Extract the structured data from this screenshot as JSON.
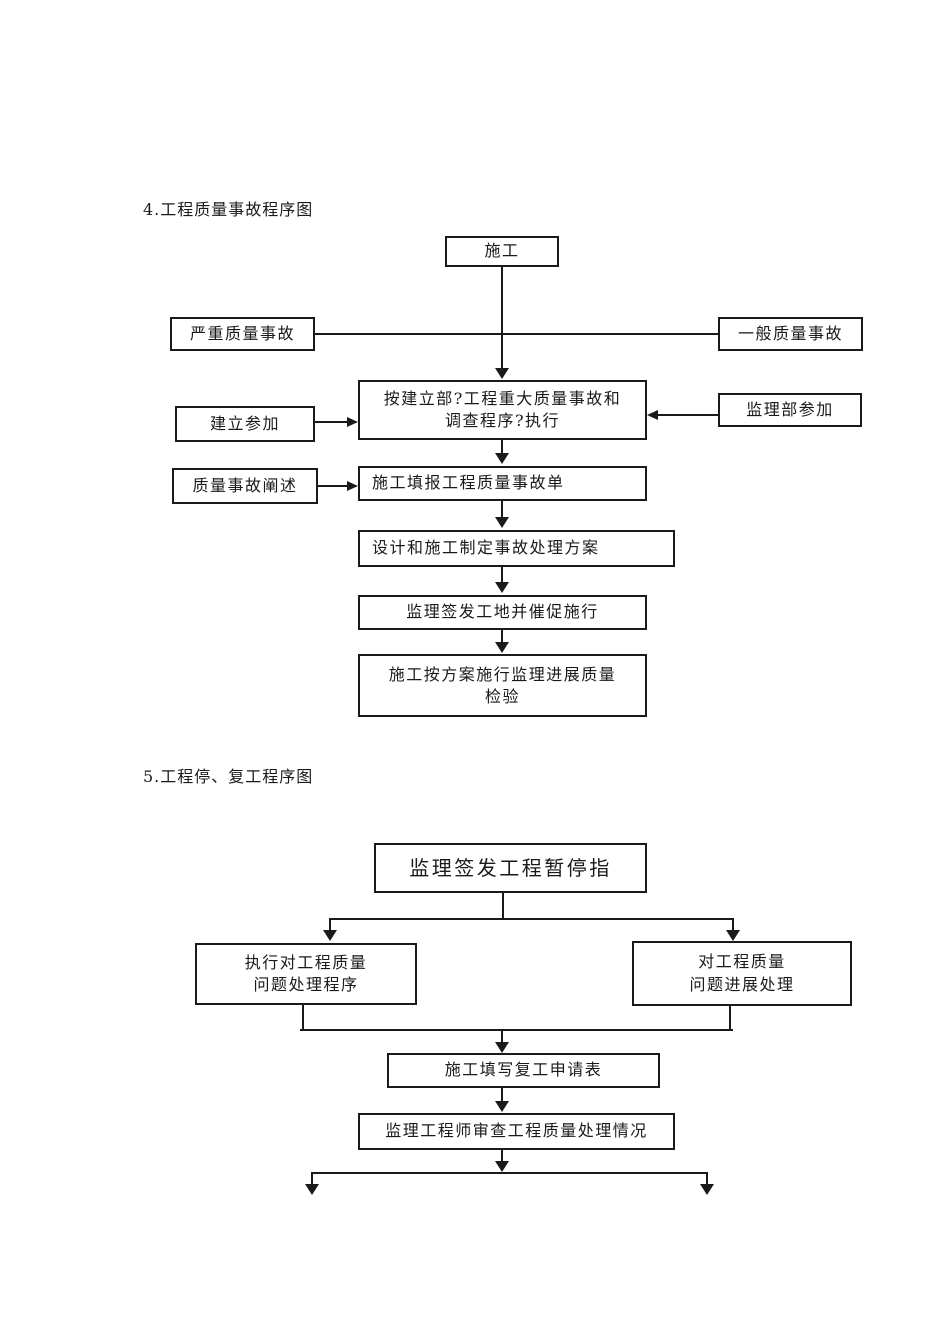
{
  "section4": {
    "title": "4.工程质量事故程序图",
    "nodes": {
      "construction": "施工",
      "severe_accident": "严重质量事故",
      "general_accident": "一般质量事故",
      "follow_procedure": "按建立部?工程重大质量事故和\n调查程序?执行",
      "owner_join": "建立参加",
      "supervision_dept_join": "监理部参加",
      "fill_accident_form": "施工填报工程质量事故单",
      "accident_statement": "质量事故阐述",
      "make_treatment_plan": "设计和施工制定事故处理方案",
      "issue_site_order": "监理签发工地并催促施行",
      "execute_and_inspect": "施工按方案施行监理进展质量\n检验"
    }
  },
  "section5": {
    "title": "5.工程停、复工程序图",
    "nodes": {
      "suspend_order": "监理签发工程暂停指",
      "execute_quality_procedure": "执行对工程质量\n问题处理程序",
      "quality_progress_handling": "对工程质量\n问题进展处理",
      "resume_application": "施工填写复工申请表",
      "review_quality_handling": "监理工程师审查工程质量处理情况"
    }
  },
  "colors": {
    "ink": "#1a1a1a",
    "paper": "#ffffff"
  }
}
